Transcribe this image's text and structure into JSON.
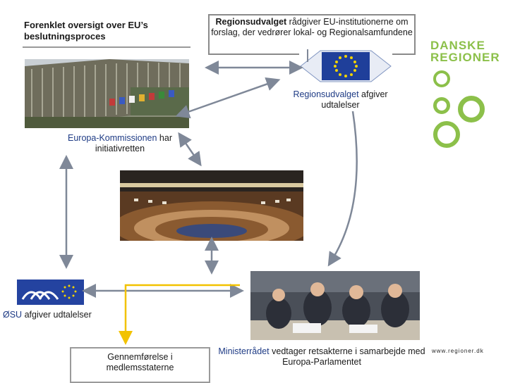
{
  "title": "Forenklet oversigt over EU’s beslutningsproces",
  "regions_committee_box": {
    "strong": "Regionsudvalget",
    "rest": " rådgiver EU-institutionerne om forslag, der vedrører lokal- og Regionalsamfundene"
  },
  "logo": {
    "line1": "DANSKE",
    "line2": "REGIONER"
  },
  "regions_statement": {
    "highlight": "Regionsudvalget",
    "rest": " afgiver udtalelser"
  },
  "commission_caption": {
    "highlight": "Europa-Kommissionen",
    "rest": " har initiativretten"
  },
  "esu_caption": {
    "highlight": "ØSU",
    "rest": " afgiver udtalelser"
  },
  "implementation_box": "Gennemførelse i medlemsstaterne",
  "council_caption": {
    "highlight": "Ministerrådet",
    "rest": " vedtager retsakterne i samarbejde med Europa-Parlamentet"
  },
  "footer_url": "www.regioner.dk",
  "colors": {
    "accent": "#8cc04a",
    "highlight_text": "#1e3b85",
    "arrow_grey": "#7f8898",
    "arrow_yellow": "#f2c200"
  }
}
